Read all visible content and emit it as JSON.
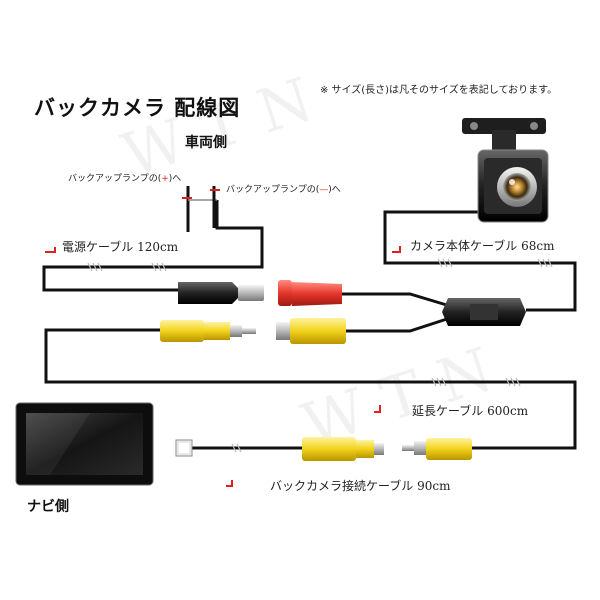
{
  "title": "バックカメラ 配線図",
  "note": "※ サイズ(長さ)は凡そのサイズを表記しております。",
  "vehicle_side": "車両側",
  "navi_side": "ナビ側",
  "lamp_plus": {
    "prefix": "バックアップランプの(",
    "sign": "+",
    "suffix": ")へ"
  },
  "lamp_minus": {
    "prefix": "バックアップランプの(",
    "sign": "—",
    "suffix": ")へ"
  },
  "cables": {
    "power": "電源ケーブル 120cm",
    "camera_body": "カメラ本体ケーブル 68cm",
    "extension": "延長ケーブル 600cm",
    "connection": "バックカメラ接続ケーブル 90cm"
  },
  "watermark": "WTN",
  "colors": {
    "accent": "#e02020",
    "cable": "#111111",
    "yellow": "#f2d21b",
    "red_plug": "#e5362b"
  }
}
